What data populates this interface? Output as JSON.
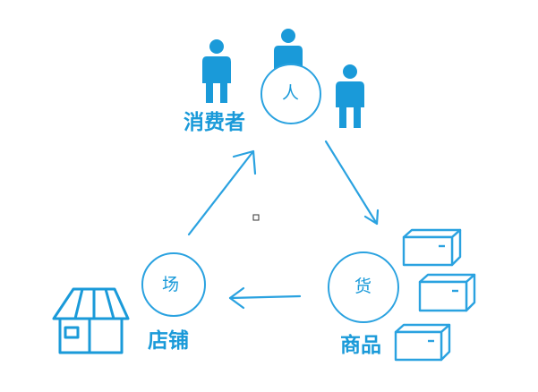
{
  "colors": {
    "primary": "#1a9ad9",
    "line": "#2aa2e0",
    "background": "#ffffff"
  },
  "nodes": {
    "people": {
      "circle_text": "人",
      "label": "消费者",
      "icons": [
        "person-icon",
        "person-icon",
        "person-icon"
      ]
    },
    "goods": {
      "circle_text": "货",
      "label": "商品",
      "icons": [
        "box-icon",
        "box-icon",
        "box-icon"
      ]
    },
    "place": {
      "circle_text": "场",
      "label": "店铺",
      "icons": [
        "store-icon"
      ]
    }
  },
  "edges": [
    {
      "from": "people",
      "to": "goods"
    },
    {
      "from": "goods",
      "to": "place"
    },
    {
      "from": "place",
      "to": "people"
    }
  ]
}
